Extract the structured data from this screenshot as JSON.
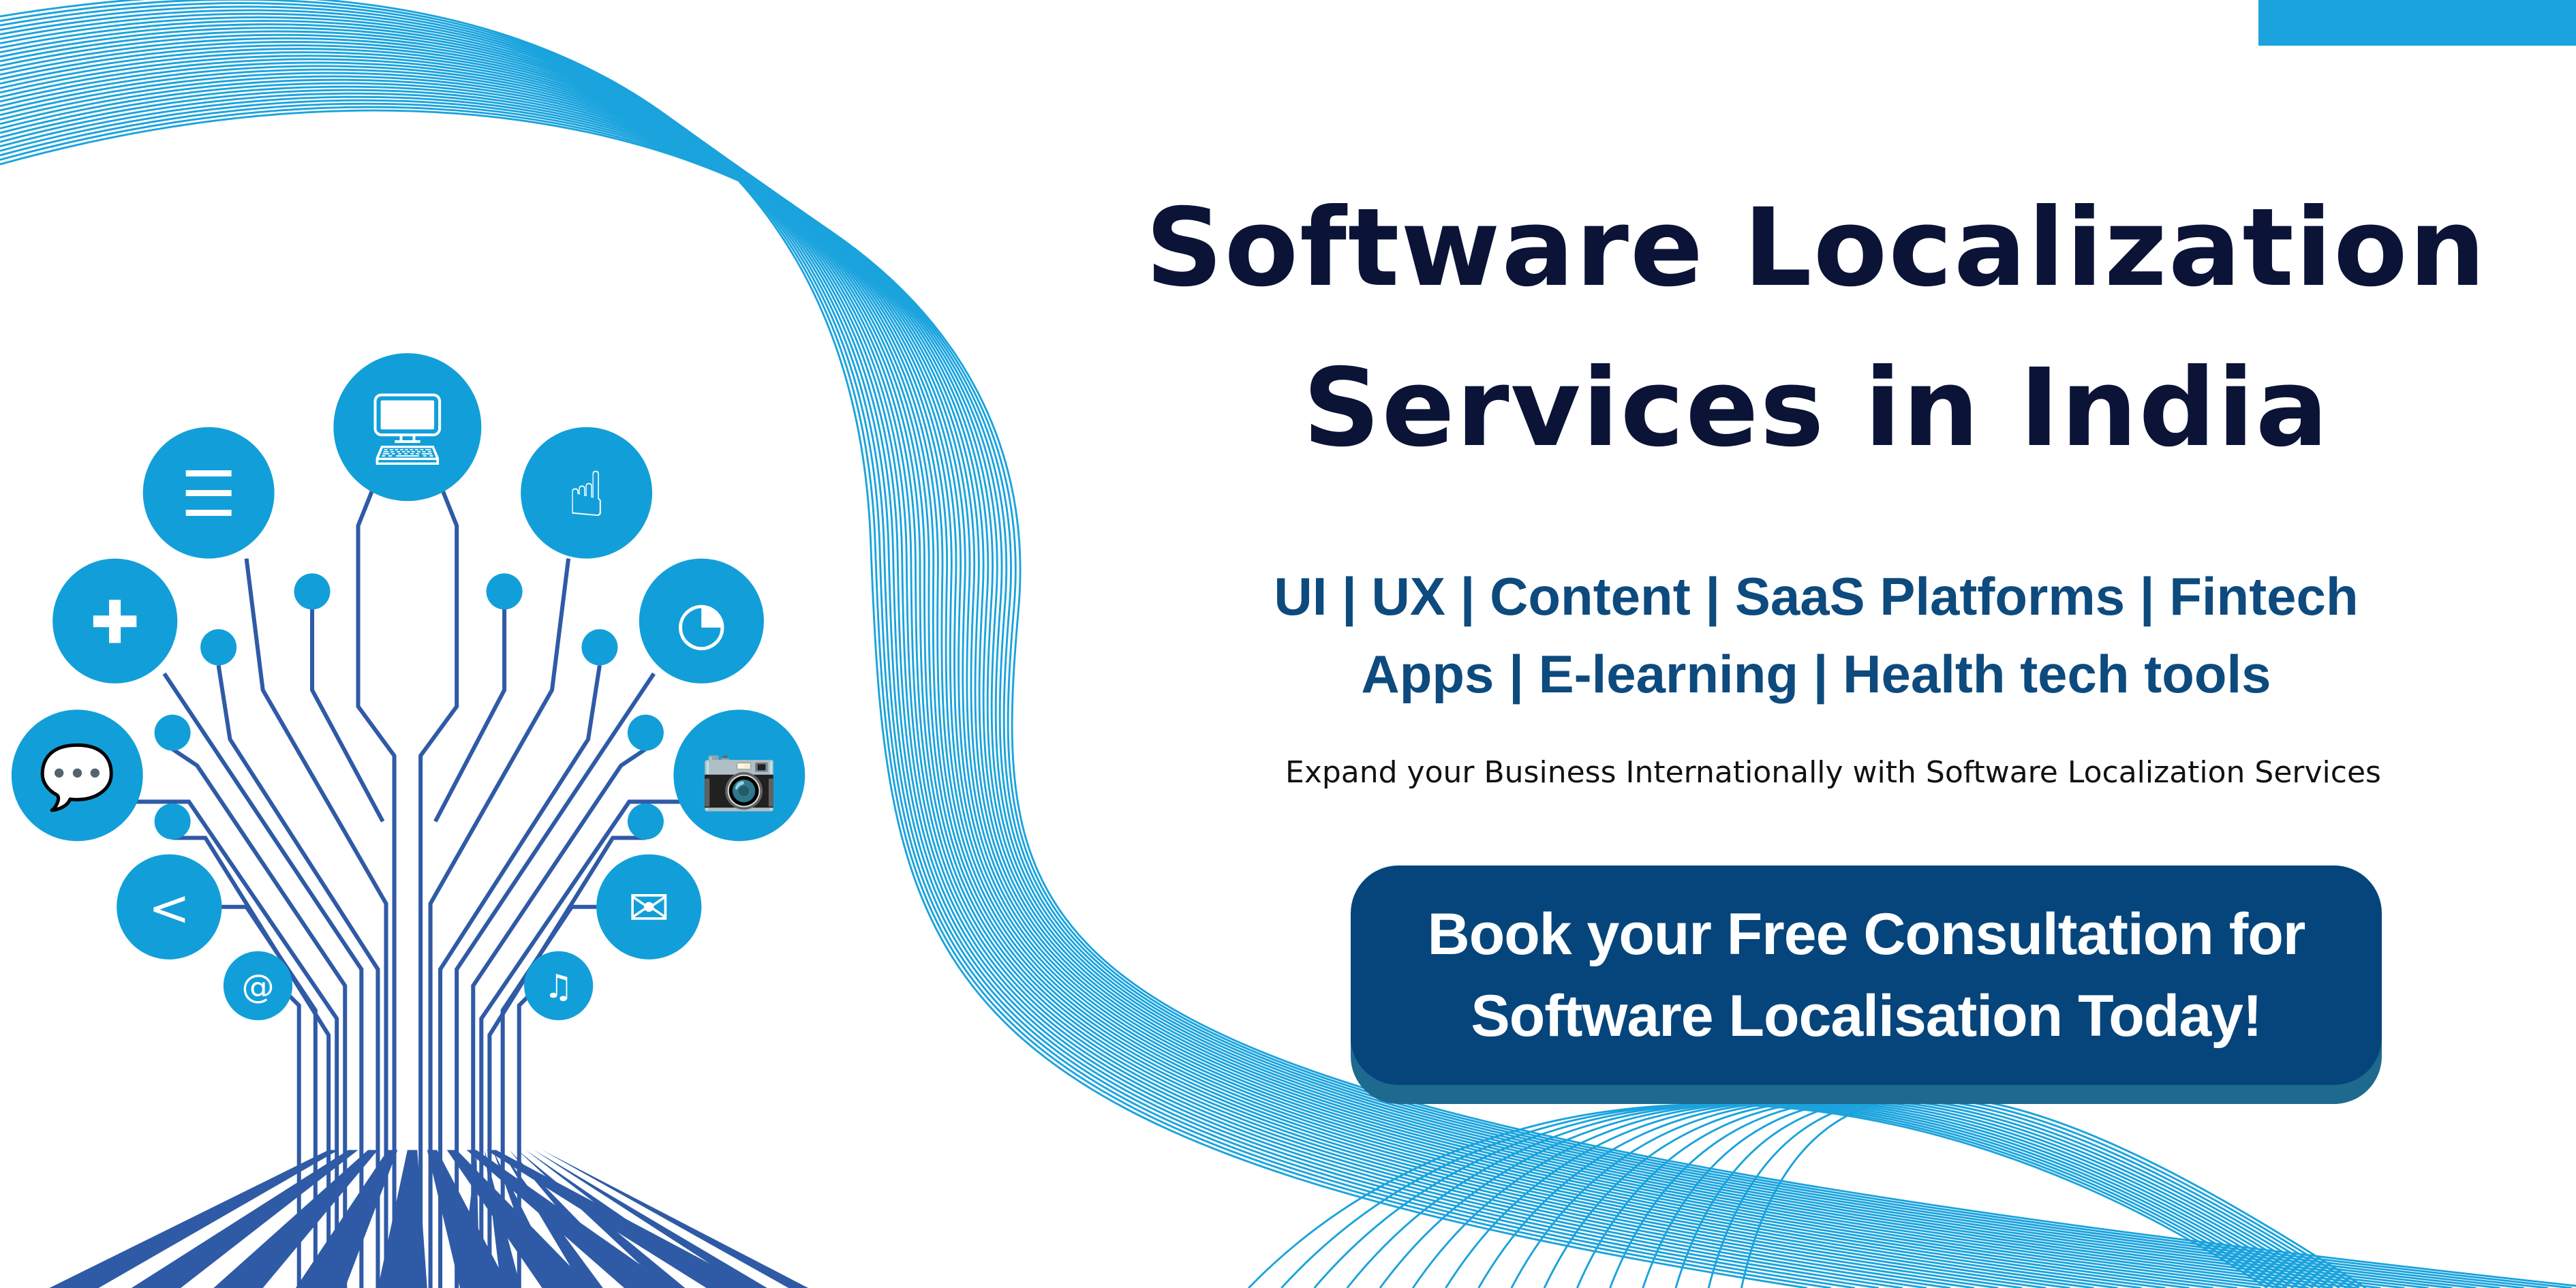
{
  "colors": {
    "accent": "#1aa3dd",
    "navy": "#0b1437",
    "subtitle": "#0d4a7e",
    "button": "#05457c",
    "button_shadow": "#1e6a8e",
    "node": "#129fd9",
    "trunk": "#2f5aa6"
  },
  "hero": {
    "title_line1": "Software Localization",
    "title_line2": "Services in India",
    "subtitle_line1": "UI | UX | Content | SaaS Platforms | Fintech",
    "subtitle_line2": "Apps | E-learning | Health tech tools",
    "tagline": "Expand your Business Internationally with Software Localization Services"
  },
  "cta": {
    "line1": "Book your Free Consultation for",
    "line2": "Software Localisation Today!"
  },
  "tree_icons": [
    "monitor-icon",
    "phone-chat-icon",
    "touchscreen-icon",
    "gamepad-icon",
    "wifi-icon",
    "chat-bubbles-icon",
    "camera-icon",
    "share-icon",
    "email-icon",
    "at-sign-icon",
    "music-note-icon"
  ]
}
